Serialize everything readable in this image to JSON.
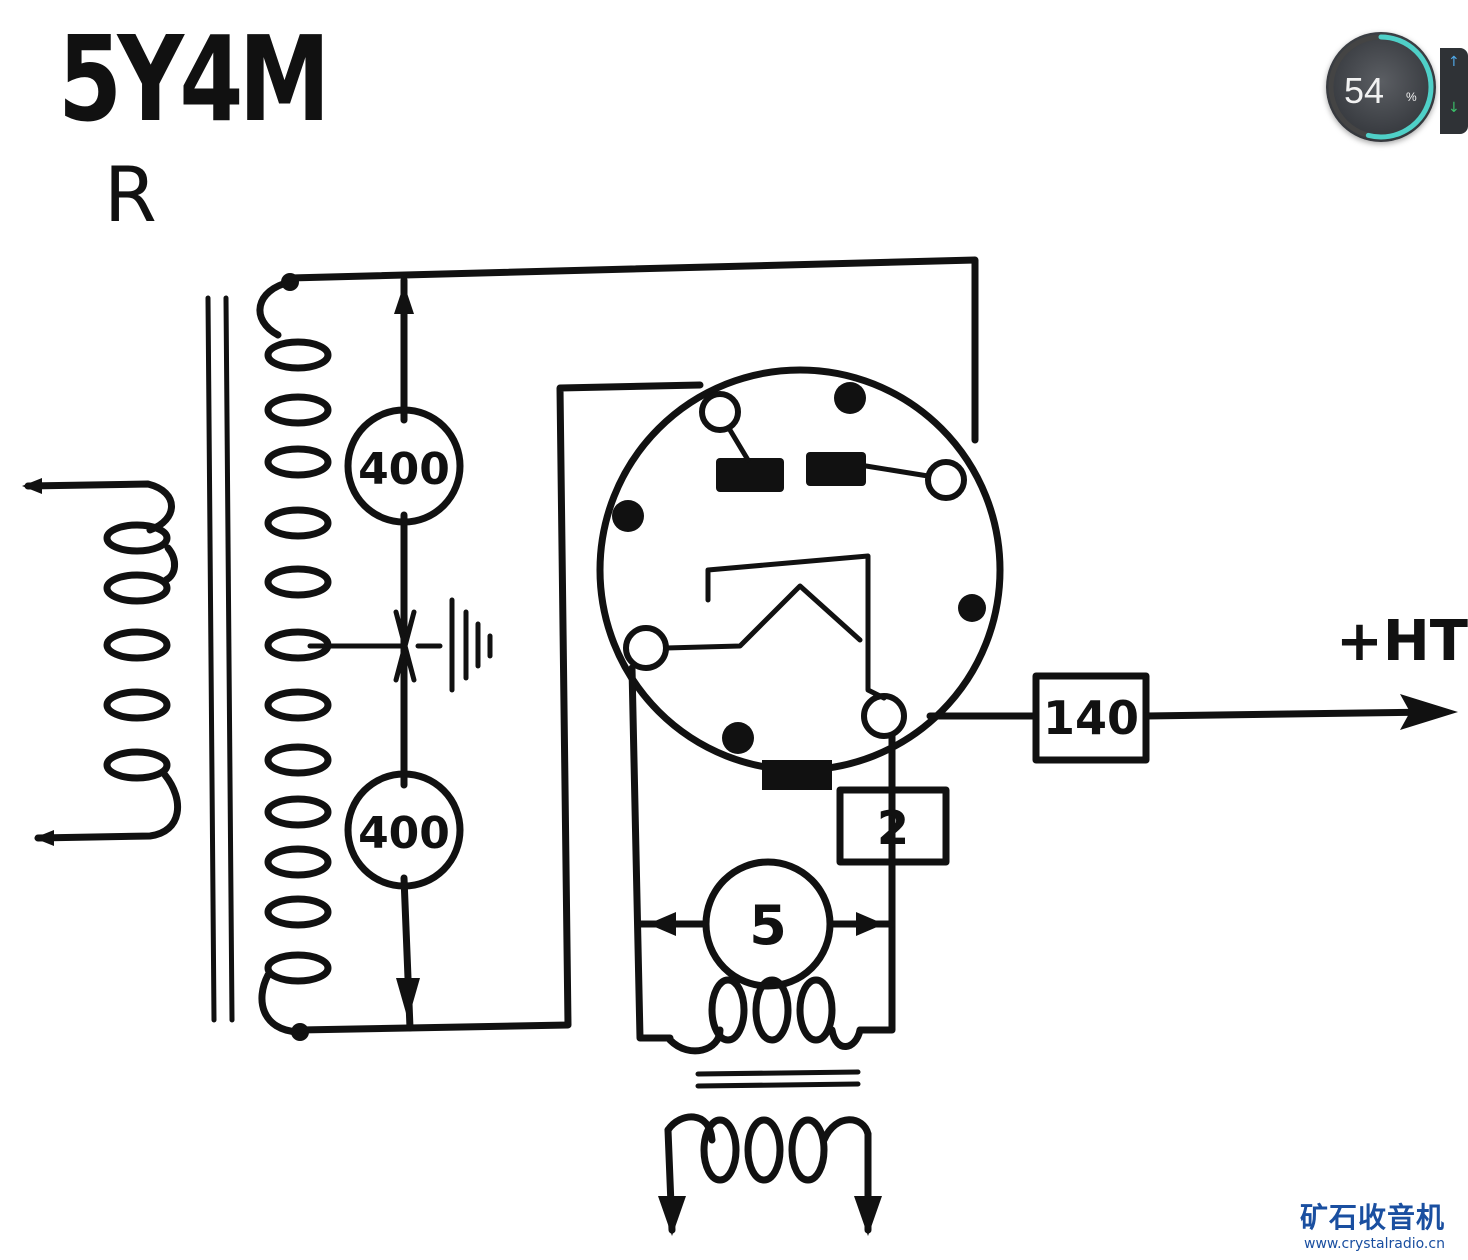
{
  "diagram": {
    "tube_type": "5Y4M",
    "tube_subtitle": "R",
    "voltage_top": "400",
    "voltage_bottom": "400",
    "filament_voltage": "5",
    "output_voltage": "140",
    "filament_pin_voltage": "2",
    "output_label": "+HT"
  },
  "overlay": {
    "meter_value": "54",
    "meter_unit": "%",
    "meter_up_icon": "arrow-up-icon",
    "meter_down_icon": "arrow-down-icon"
  },
  "watermark": {
    "site_name": "矿石收音机",
    "site_url": "www.crystalradio.cn"
  }
}
